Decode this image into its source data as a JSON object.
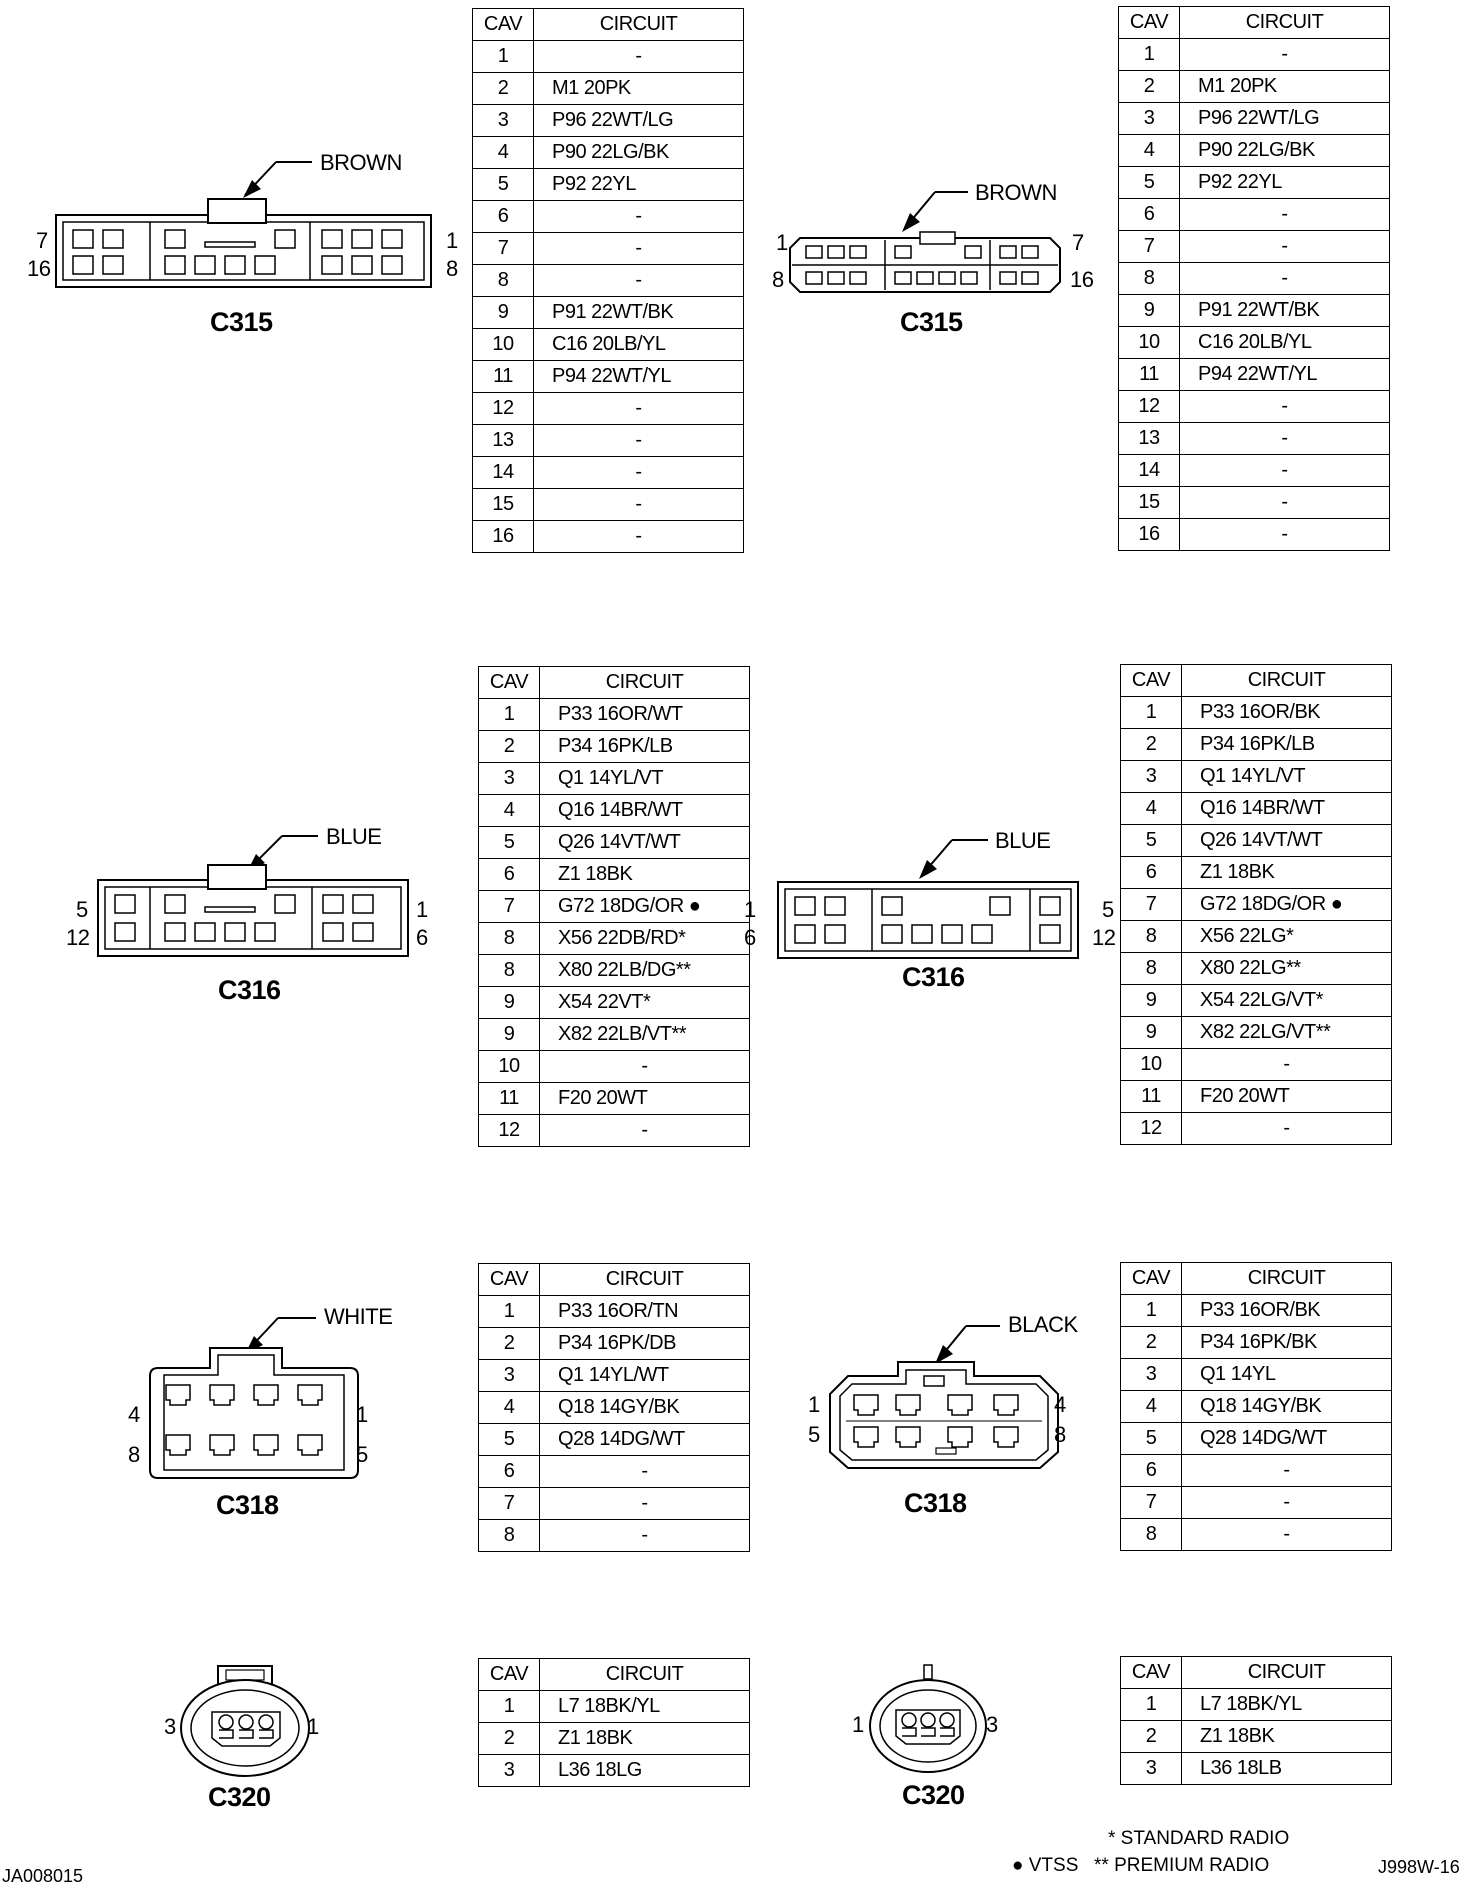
{
  "table_header": {
    "cav": "CAV",
    "circuit": "CIRCUIT"
  },
  "connectors": {
    "c315_left": {
      "name": "C315",
      "color": "BROWN",
      "pins": {
        "tl": "7",
        "bl": "16",
        "tr": "1",
        "br": "8"
      }
    },
    "c315_right": {
      "name": "C315",
      "color": "BROWN",
      "pins": {
        "tl": "1",
        "bl": "8",
        "tr": "7",
        "br": "16"
      }
    },
    "c316_left": {
      "name": "C316",
      "color": "BLUE",
      "pins": {
        "tl": "5",
        "bl": "12",
        "tr": "1",
        "br": "6"
      }
    },
    "c316_right": {
      "name": "C316",
      "color": "BLUE",
      "pins": {
        "tl": "1",
        "bl": "6",
        "tr": "5",
        "br": "12"
      }
    },
    "c318_left": {
      "name": "C318",
      "color": "WHITE",
      "pins": {
        "tl": "4",
        "bl": "8",
        "tr": "1",
        "br": "5"
      }
    },
    "c318_right": {
      "name": "C318",
      "color": "BLACK",
      "pins": {
        "tl": "1",
        "bl": "5",
        "tr": "4",
        "br": "8"
      }
    },
    "c320_left": {
      "name": "C320",
      "pins": {
        "l": "3",
        "r": "1"
      }
    },
    "c320_right": {
      "name": "C320",
      "pins": {
        "l": "1",
        "r": "3"
      }
    }
  },
  "tables": {
    "c315_left": [
      {
        "cav": "1",
        "circuit": "-"
      },
      {
        "cav": "2",
        "circuit": "M1 20PK"
      },
      {
        "cav": "3",
        "circuit": "P96 22WT/LG"
      },
      {
        "cav": "4",
        "circuit": "P90 22LG/BK"
      },
      {
        "cav": "5",
        "circuit": "P92 22YL"
      },
      {
        "cav": "6",
        "circuit": "-"
      },
      {
        "cav": "7",
        "circuit": "-"
      },
      {
        "cav": "8",
        "circuit": "-"
      },
      {
        "cav": "9",
        "circuit": "P91 22WT/BK"
      },
      {
        "cav": "10",
        "circuit": "C16 20LB/YL"
      },
      {
        "cav": "11",
        "circuit": "P94 22WT/YL"
      },
      {
        "cav": "12",
        "circuit": "-"
      },
      {
        "cav": "13",
        "circuit": "-"
      },
      {
        "cav": "14",
        "circuit": "-"
      },
      {
        "cav": "15",
        "circuit": "-"
      },
      {
        "cav": "16",
        "circuit": "-"
      }
    ],
    "c315_right": [
      {
        "cav": "1",
        "circuit": "-"
      },
      {
        "cav": "2",
        "circuit": "M1 20PK"
      },
      {
        "cav": "3",
        "circuit": "P96 22WT/LG"
      },
      {
        "cav": "4",
        "circuit": "P90 22LG/BK"
      },
      {
        "cav": "5",
        "circuit": "P92 22YL"
      },
      {
        "cav": "6",
        "circuit": "-"
      },
      {
        "cav": "7",
        "circuit": "-"
      },
      {
        "cav": "8",
        "circuit": "-"
      },
      {
        "cav": "9",
        "circuit": "P91 22WT/BK"
      },
      {
        "cav": "10",
        "circuit": "C16 20LB/YL"
      },
      {
        "cav": "11",
        "circuit": "P94 22WT/YL"
      },
      {
        "cav": "12",
        "circuit": "-"
      },
      {
        "cav": "13",
        "circuit": "-"
      },
      {
        "cav": "14",
        "circuit": "-"
      },
      {
        "cav": "15",
        "circuit": "-"
      },
      {
        "cav": "16",
        "circuit": "-"
      }
    ],
    "c316_left": [
      {
        "cav": "1",
        "circuit": "P33 16OR/WT"
      },
      {
        "cav": "2",
        "circuit": "P34 16PK/LB"
      },
      {
        "cav": "3",
        "circuit": "Q1 14YL/VT"
      },
      {
        "cav": "4",
        "circuit": "Q16 14BR/WT"
      },
      {
        "cav": "5",
        "circuit": "Q26 14VT/WT"
      },
      {
        "cav": "6",
        "circuit": "Z1 18BK"
      },
      {
        "cav": "7",
        "circuit": "G72 18DG/OR ●"
      },
      {
        "cav": "8",
        "circuit": "X56 22DB/RD*"
      },
      {
        "cav": "8",
        "circuit": "X80 22LB/DG**"
      },
      {
        "cav": "9",
        "circuit": "X54 22VT*"
      },
      {
        "cav": "9",
        "circuit": "X82 22LB/VT**"
      },
      {
        "cav": "10",
        "circuit": "-"
      },
      {
        "cav": "11",
        "circuit": "F20 20WT"
      },
      {
        "cav": "12",
        "circuit": "-"
      }
    ],
    "c316_right": [
      {
        "cav": "1",
        "circuit": "P33 16OR/BK"
      },
      {
        "cav": "2",
        "circuit": "P34 16PK/LB"
      },
      {
        "cav": "3",
        "circuit": "Q1 14YL/VT"
      },
      {
        "cav": "4",
        "circuit": "Q16 14BR/WT"
      },
      {
        "cav": "5",
        "circuit": "Q26 14VT/WT"
      },
      {
        "cav": "6",
        "circuit": "Z1 18BK"
      },
      {
        "cav": "7",
        "circuit": "G72 18DG/OR ●"
      },
      {
        "cav": "8",
        "circuit": "X56 22LG*"
      },
      {
        "cav": "8",
        "circuit": "X80 22LG**"
      },
      {
        "cav": "9",
        "circuit": "X54 22LG/VT*"
      },
      {
        "cav": "9",
        "circuit": "X82 22LG/VT**"
      },
      {
        "cav": "10",
        "circuit": "-"
      },
      {
        "cav": "11",
        "circuit": "F20 20WT"
      },
      {
        "cav": "12",
        "circuit": "-"
      }
    ],
    "c318_left": [
      {
        "cav": "1",
        "circuit": "P33 16OR/TN"
      },
      {
        "cav": "2",
        "circuit": "P34 16PK/DB"
      },
      {
        "cav": "3",
        "circuit": "Q1 14YL/WT"
      },
      {
        "cav": "4",
        "circuit": "Q18 14GY/BK"
      },
      {
        "cav": "5",
        "circuit": "Q28 14DG/WT"
      },
      {
        "cav": "6",
        "circuit": "-"
      },
      {
        "cav": "7",
        "circuit": "-"
      },
      {
        "cav": "8",
        "circuit": "-"
      }
    ],
    "c318_right": [
      {
        "cav": "1",
        "circuit": "P33 16OR/BK"
      },
      {
        "cav": "2",
        "circuit": "P34 16PK/BK"
      },
      {
        "cav": "3",
        "circuit": "Q1 14YL"
      },
      {
        "cav": "4",
        "circuit": "Q18 14GY/BK"
      },
      {
        "cav": "5",
        "circuit": "Q28 14DG/WT"
      },
      {
        "cav": "6",
        "circuit": "-"
      },
      {
        "cav": "7",
        "circuit": "-"
      },
      {
        "cav": "8",
        "circuit": "-"
      }
    ],
    "c320_left": [
      {
        "cav": "1",
        "circuit": "L7 18BK/YL"
      },
      {
        "cav": "2",
        "circuit": "Z1 18BK"
      },
      {
        "cav": "3",
        "circuit": "L36 18LG"
      }
    ],
    "c320_right": [
      {
        "cav": "1",
        "circuit": "L7 18BK/YL"
      },
      {
        "cav": "2",
        "circuit": "Z1 18BK"
      },
      {
        "cav": "3",
        "circuit": "L36 18LB"
      }
    ]
  },
  "legend": {
    "standard": "* STANDARD RADIO",
    "premium": "** PREMIUM RADIO",
    "vtss": "● VTSS"
  },
  "footer": {
    "left_id": "JA008015",
    "right_id": "J998W-16"
  }
}
